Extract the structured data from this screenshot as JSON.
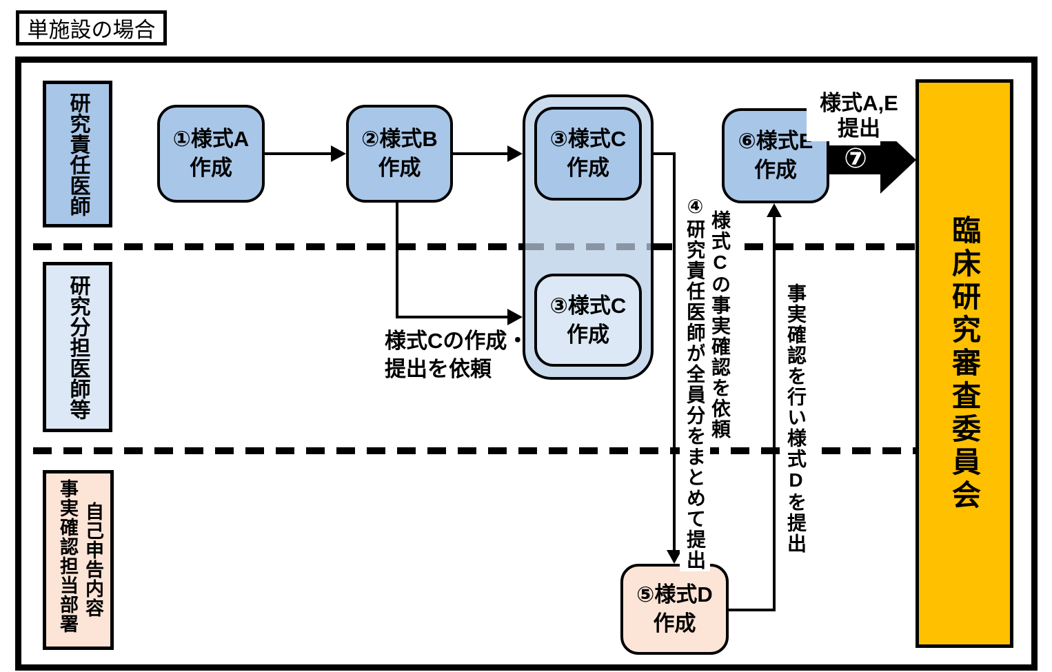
{
  "title": "単施設の場合",
  "lanes": {
    "lane1": {
      "label": "研究責任医師"
    },
    "lane2": {
      "label": "研究分担医師等"
    },
    "lane3": {
      "col_right": "自己申告内容",
      "col_left": "事実確認担当部署"
    }
  },
  "steps": {
    "step1": {
      "line1": "①様式A",
      "line2": "作成"
    },
    "step2": {
      "line1": "②様式B",
      "line2": "作成"
    },
    "step3_lead": {
      "line1": "③様式C",
      "line2": "作成"
    },
    "step3_sub": {
      "line1": "③様式C",
      "line2": "作成"
    },
    "step5": {
      "line1": "⑤様式D",
      "line2": "作成"
    },
    "step6": {
      "line1": "⑥様式E",
      "line2": "作成"
    },
    "step7_badge": "⑦"
  },
  "committee": {
    "label": "臨床研究審査委員会"
  },
  "annotations": {
    "request_form_c_line1": "様式Cの作成・",
    "request_form_c_line2": "提出を依頼",
    "step4_request": "様式Cの事実確認を依頼",
    "step4_submit": "④研究責任医師が全員分をまとめて提出",
    "fact_check_submit_d": "事実確認を行い様式Dを提出",
    "submit_ae_line1": "様式A,E",
    "submit_ae_line2": "提出"
  },
  "colors": {
    "primary_blue": "#a8c6e8",
    "group_blue": "#cbdbee",
    "light_blue": "#dce8f5",
    "peach": "#fce4d6",
    "committee_orange": "#ffc000",
    "line_black": "#000000",
    "dash_gray_over_group": "#8a95a3"
  }
}
